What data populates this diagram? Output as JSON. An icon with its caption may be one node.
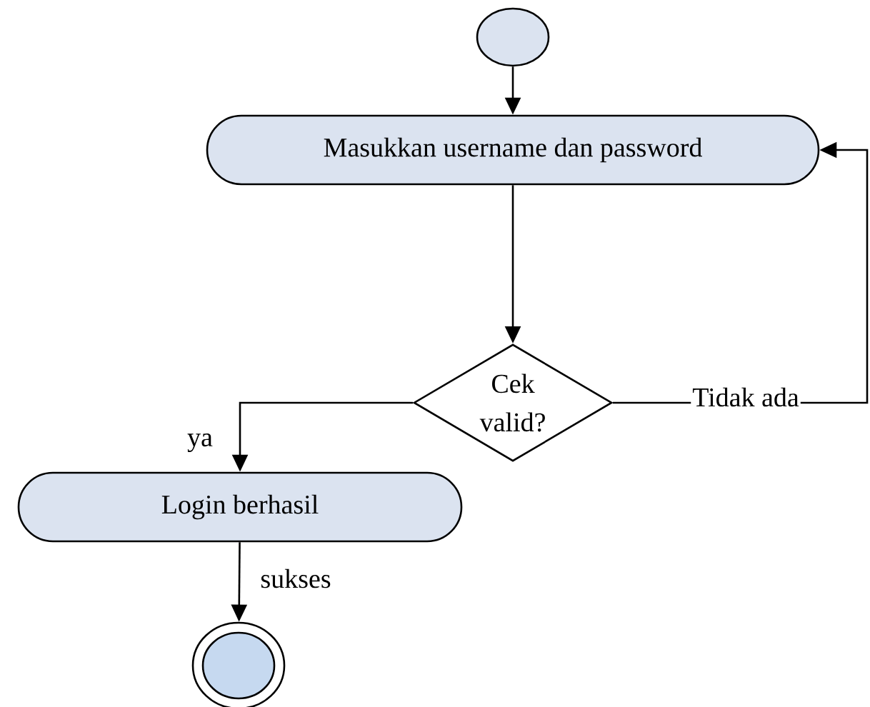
{
  "diagram": {
    "nodes": [
      {
        "text": [],
        "shape": "circle"
      },
      {
        "text": [
          "Masukkan username dan password"
        ]
      },
      {
        "text": [
          "Cek valid?"
        ]
      },
      {
        "text": [
          "Login berhasil"
        ]
      },
      {
        "text": [],
        "shape": "bullseye"
      }
    ],
    "edges": [
      {
        "from": 0,
        "to": 1,
        "arrow": "to"
      },
      {
        "from": 1,
        "to": 2,
        "arrow": "to"
      },
      {
        "from": 2,
        "to": 3,
        "arrow": "to",
        "label": "ya"
      },
      {
        "from": 3,
        "to": 4,
        "arrow": "to",
        "label": "sukses"
      },
      {
        "from": 2,
        "to": 1,
        "arrow": "to",
        "label": "Tidak ada"
      }
    ]
  }
}
